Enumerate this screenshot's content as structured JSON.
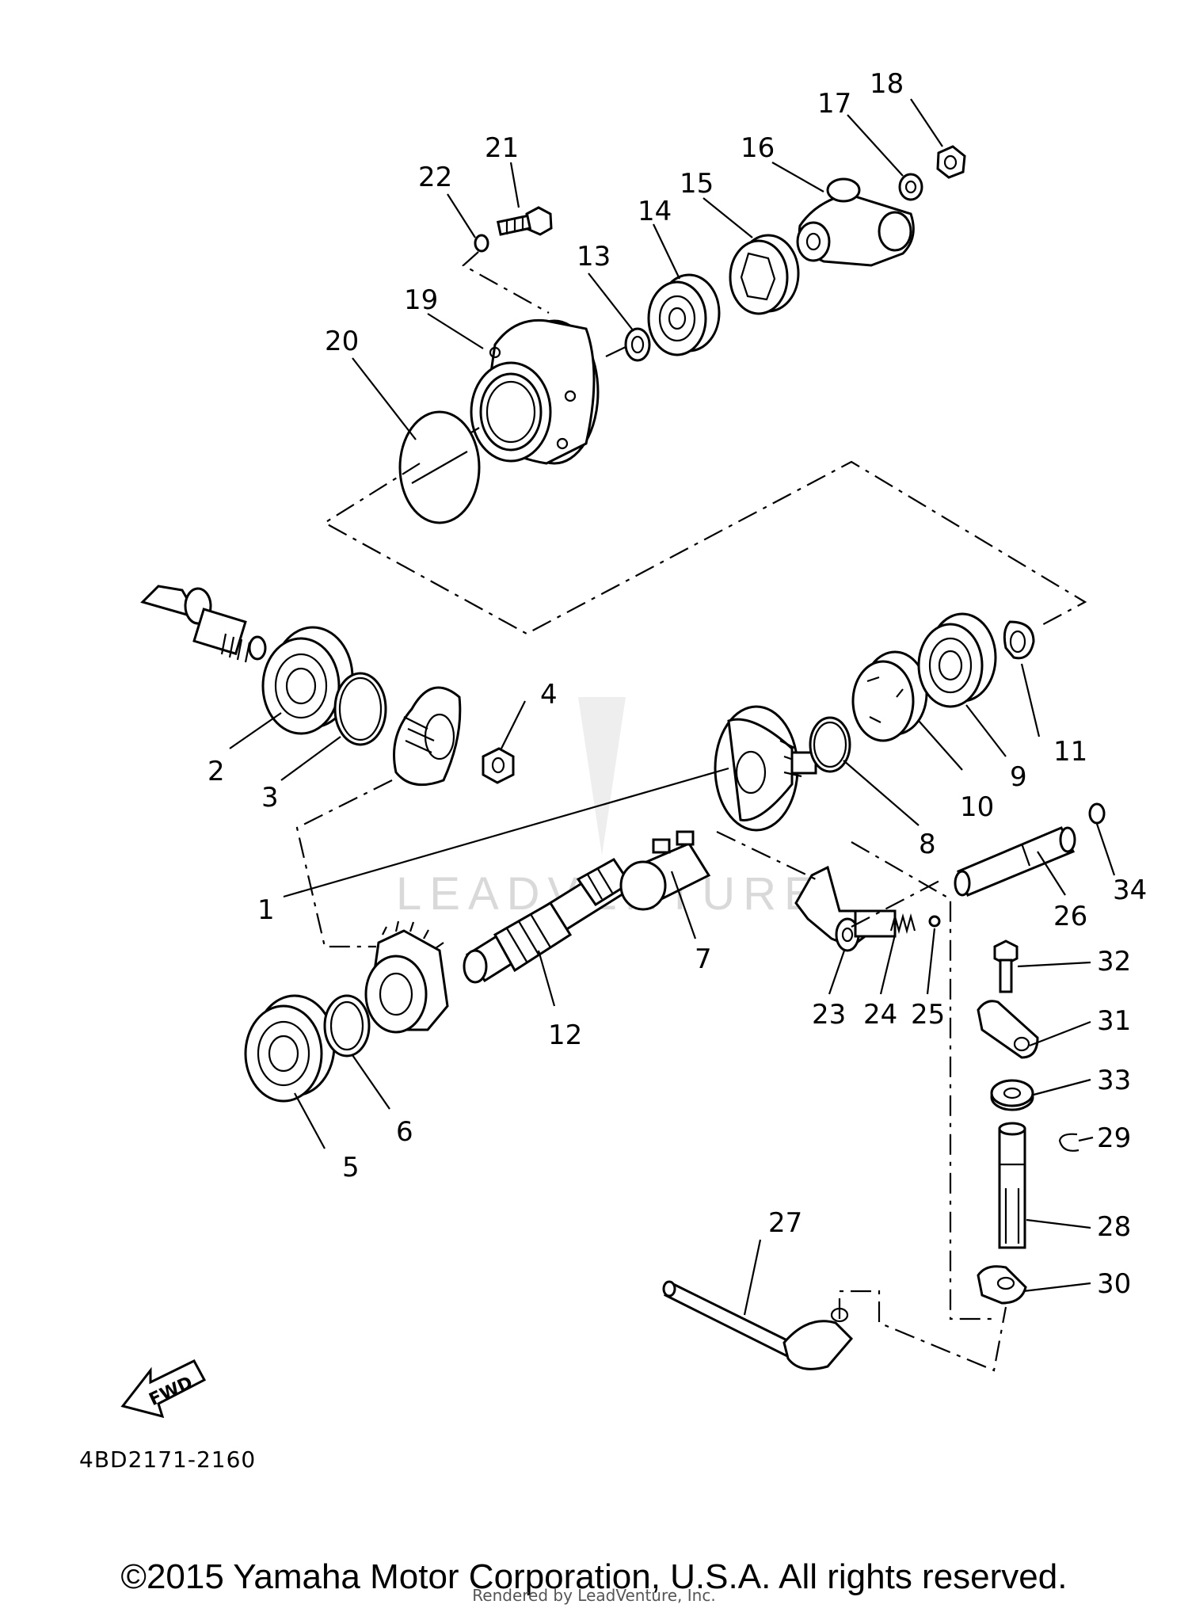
{
  "diagram": {
    "part_labels": [
      "1",
      "2",
      "3",
      "4",
      "5",
      "6",
      "7",
      "8",
      "9",
      "10",
      "11",
      "12",
      "13",
      "14",
      "15",
      "16",
      "17",
      "18",
      "19",
      "20",
      "21",
      "22",
      "23",
      "24",
      "25",
      "26",
      "27",
      "28",
      "29",
      "30",
      "31",
      "32",
      "33",
      "34"
    ],
    "fwd_label": "FWD",
    "watermark": "LEADVENTURE",
    "diagram_code": "4BD2171-2160"
  },
  "footer": {
    "copyright": "©2015 Yamaha Motor Corporation, U.S.A. All rights reserved.",
    "rendered_by": "Rendered by LeadVenture, Inc."
  }
}
